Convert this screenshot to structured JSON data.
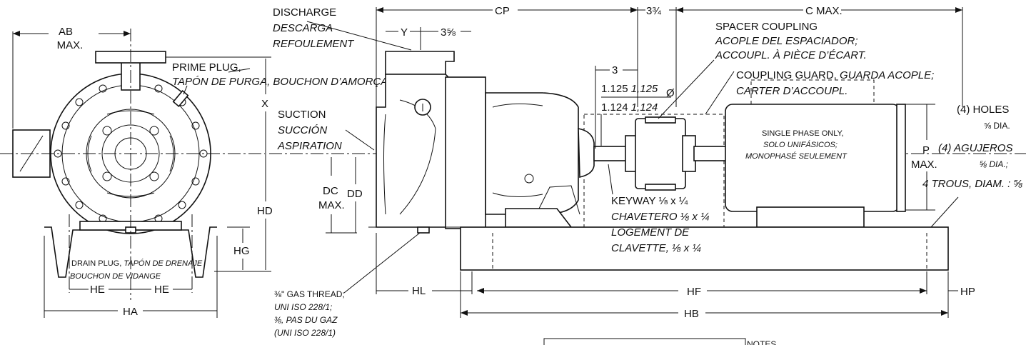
{
  "labels": {
    "ab": "AB",
    "ab_max": "MAX.",
    "discharge_1": "DISCHARGE",
    "discharge_2": "DESCARGA",
    "discharge_3": "REFOULEMENT",
    "prime_1": "PRIME PLUG,",
    "prime_2": "TAPÓN DE PURGA,  BOUCHON D’AMORÇAGE",
    "x": "X",
    "suction_1": "SUCTION",
    "suction_2": "SUCCIÓN",
    "suction_3": "ASPIRATION",
    "hd": "HD",
    "hg": "HG",
    "drain_1": "DRAIN PLUG, ",
    "drain_1b": "TAPÓN DE DRENAJE",
    "drain_2": "BOUCHON DE VIDANGE",
    "he": "HE",
    "ha": "HA",
    "y": "Y",
    "three_five_eighths": "3⅝",
    "cp": "CP",
    "three_three_quarters": "3¾",
    "c_max": "C MAX.",
    "spacer_1": "SPACER COUPLING",
    "spacer_2": "ACOPLE DEL ESPACIADOR;",
    "spacer_3": "ACCOUPL. À PIÈCE D’ÉCART.",
    "three": "3",
    "guard_1": "COUPLING GUARD, ",
    "guard_1b": "GUARDA ACOPLE;",
    "guard_2": "CARTER D’ACCOUPL.",
    "shaft_1": "1.125 ",
    "shaft_1b": "1,125",
    "shaft_2": "1.124 ",
    "shaft_2b": "1,124",
    "dia_symbol": "Ø",
    "single_1": "SINGLE PHASE ONLY,",
    "single_2": "SOLO UNIFÁSICOS;",
    "single_3": "MONOPHASÉ SEULEMENT",
    "holes_1": "(4) HOLES",
    "holes_2": "⅝ DIA.",
    "holes_3": "(4) AGUJEROS",
    "holes_4": "⅝ DIA.;",
    "holes_5": "4 TROUS, DIAM. : ⅝",
    "p": "P",
    "p_max": "MAX.",
    "dc": "DC",
    "dc_max": "MAX.",
    "dd": "DD",
    "keyway_1": "KEYWAY ⅛ x ¼",
    "keyway_2": "CHAVETERO ⅛ x ¼",
    "keyway_3": "LOGEMENT DE",
    "keyway_4": "CLAVETTE, ⅛ x ¼",
    "gas_1": "⅜\" GAS THREAD;",
    "gas_2": "UNI ISO 228/1;",
    "gas_3": "⅜, PAS DU GAZ",
    "gas_4": "(UNI ISO 228/1)",
    "hl": "HL",
    "hf": "HF",
    "hp": "HP",
    "hb": "HB",
    "notes": "NOTES"
  }
}
